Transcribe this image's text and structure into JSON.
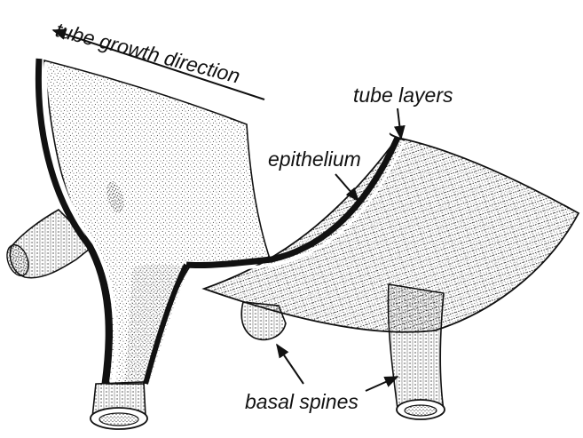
{
  "labels": {
    "tube_growth_direction": "tube growth direction",
    "tube_layers": "tube layers",
    "epithelium": "epithelium",
    "basal_spines": "basal spines"
  },
  "colors": {
    "ink": "#111111",
    "stipple": "#1a1a1a",
    "paper": "#ffffff"
  }
}
